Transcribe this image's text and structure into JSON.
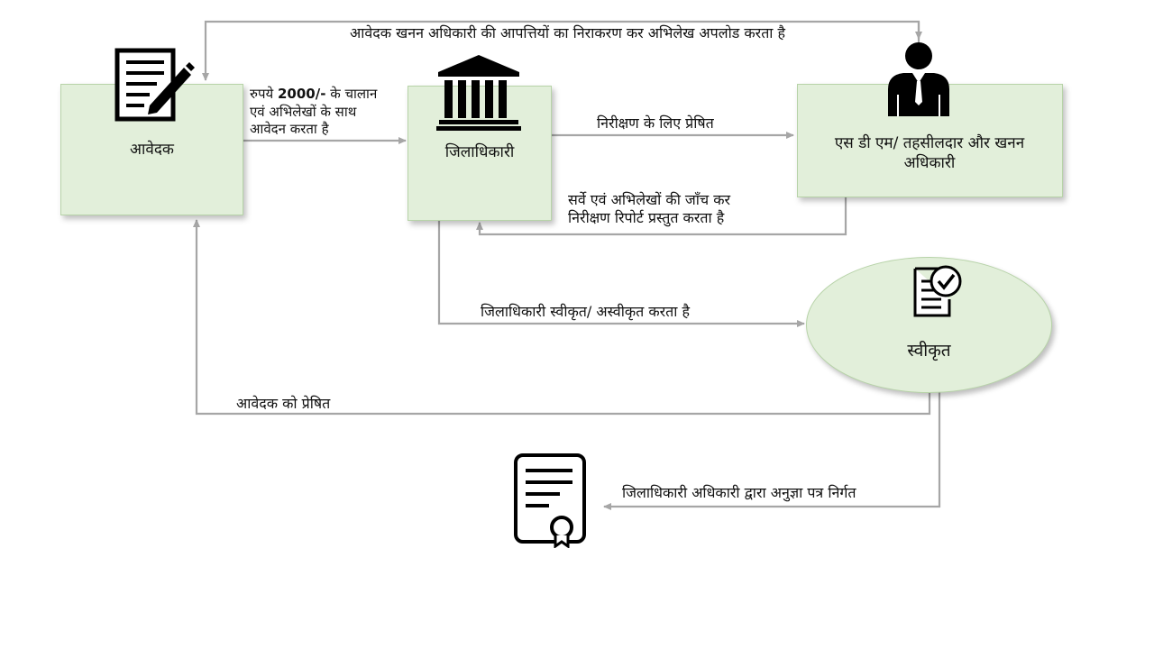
{
  "nodes": {
    "applicant": "आवेदक",
    "collector": "जिलाधिकारी",
    "officer": "एस डी एम/ तहसीलदार और  खनन अधिकारी",
    "approved": "स्वीकृत"
  },
  "edges": {
    "top_return": "आवेदक खनन अधिकारी की आपत्तियों का निराकरण कर अभिलेख अपलोड करता है",
    "apply_line1_a": "रुपये ",
    "apply_line1_amount": "2000/-",
    "apply_line1_b": " के चालान",
    "apply_line2": "एवं अभिलेखों के साथ",
    "apply_line3": "आवेदन करता है",
    "forward_inspection": "निरीक्षण के लिए प्रेषित",
    "report_line1": "सर्वे एवं अभिलेखों की जाँच कर",
    "report_line2": "निरीक्षण रिपोर्ट प्रस्तुत करता है",
    "decision": "जिलाधिकारी स्वीकृत/ अस्वीकृत करता है",
    "send_to_applicant": "आवेदक  को  प्रेषित",
    "permit_issue": "जिलाधिकारी अधिकारी द्वारा अनुज्ञा पत्र  निर्गत"
  },
  "icons": {
    "applicant": "document-edit-icon",
    "collector": "government-building-icon",
    "officer": "officer-person-icon",
    "approved": "checked-document-icon",
    "permit": "certificate-icon"
  },
  "colors": {
    "box_fill": "#e2efda",
    "box_border": "#b7d3a8",
    "arrow": "#a6a6a6"
  }
}
